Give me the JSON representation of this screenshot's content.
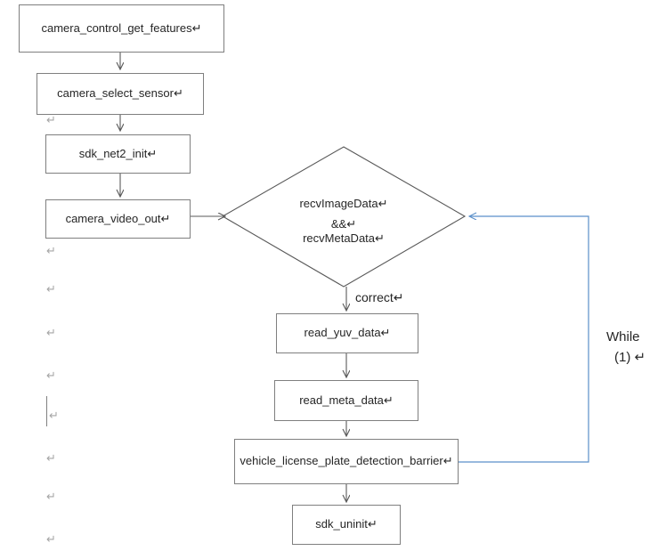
{
  "diagram": {
    "title_text": "",
    "colors": {
      "node_stroke": "#7f7f7f",
      "connector": "#595959",
      "loop_connector": "#5b8fc9",
      "text": "#262626",
      "pilcrow": "#a6a6a6",
      "caret": "#808080",
      "background": "#ffffff"
    },
    "nodes": [
      {
        "id": "camera_control_get_features",
        "label": "camera_control_get_features↵",
        "shape": "rect"
      },
      {
        "id": "camera_select_sensor",
        "label": "camera_select_sensor↵",
        "shape": "rect"
      },
      {
        "id": "sdk_net2_init",
        "label": "sdk_net2_init↵",
        "shape": "rect"
      },
      {
        "id": "camera_video_out",
        "label": "camera_video_out↵",
        "shape": "rect"
      },
      {
        "id": "read_yuv_data",
        "label": "read_yuv_data↵",
        "shape": "rect"
      },
      {
        "id": "read_meta_data",
        "label": "read_meta_data↵",
        "shape": "rect"
      },
      {
        "id": "vehicle_license_plate_detection_barrier",
        "label": "vehicle_license_plate_detection_barrier↵",
        "shape": "rect"
      },
      {
        "id": "sdk_uninit",
        "label": "sdk_uninit↵",
        "shape": "rect"
      }
    ],
    "decision": {
      "id": "recv_check",
      "shape": "diamond",
      "line1": "recvImageData↵",
      "line2": "&&↵",
      "line3": "recvMetaData↵"
    },
    "edge_labels": {
      "correct": "correct↵"
    },
    "annotations": {
      "while_line1": "While",
      "while_line2": "(1) ↵"
    },
    "paragraph_marks": [
      {
        "id": "mark-1",
        "glyph": "↵"
      },
      {
        "id": "mark-2",
        "glyph": "↵"
      },
      {
        "id": "mark-3",
        "glyph": "↵"
      },
      {
        "id": "mark-4",
        "glyph": "↵"
      },
      {
        "id": "mark-5",
        "glyph": "↵"
      },
      {
        "id": "mark-6",
        "glyph": "↵"
      },
      {
        "id": "mark-7",
        "glyph": "↵"
      },
      {
        "id": "mark-8",
        "glyph": "↵"
      },
      {
        "id": "mark-9",
        "glyph": "↵"
      },
      {
        "id": "mark-10",
        "glyph": "↵"
      }
    ]
  }
}
